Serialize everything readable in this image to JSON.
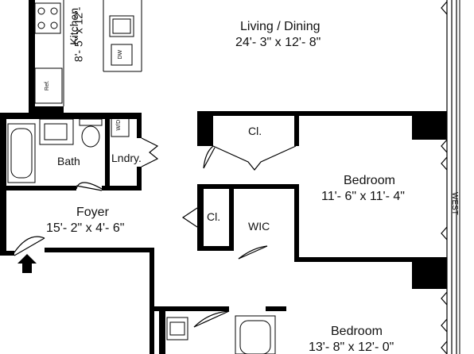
{
  "rooms": {
    "living": {
      "name": "Living / Dining",
      "dims": "24'- 3\" x 12'- 8\""
    },
    "kitchen": {
      "name": "Kitchen",
      "dims": "8'- 5\" x 12'-"
    },
    "bedroom1": {
      "name": "Bedroom",
      "dims": "11'- 6\" x 11'- 4\""
    },
    "bedroom2": {
      "name": "Bedroom",
      "dims": "13'- 8\" x 12'- 0\""
    },
    "foyer": {
      "name": "Foyer",
      "dims": "15'- 2\" x 4'- 6\""
    },
    "bath": {
      "name": "Bath"
    },
    "laundry": {
      "name": "Lndry."
    },
    "closet1": {
      "name": "Cl."
    },
    "closet2": {
      "name": "Cl."
    },
    "wic": {
      "name": "WIC"
    }
  },
  "appliances": {
    "dishwasher": "DW",
    "refrigerator": "Ref.",
    "washer_dryer": "W/D"
  },
  "compass": {
    "label": "WEST"
  }
}
